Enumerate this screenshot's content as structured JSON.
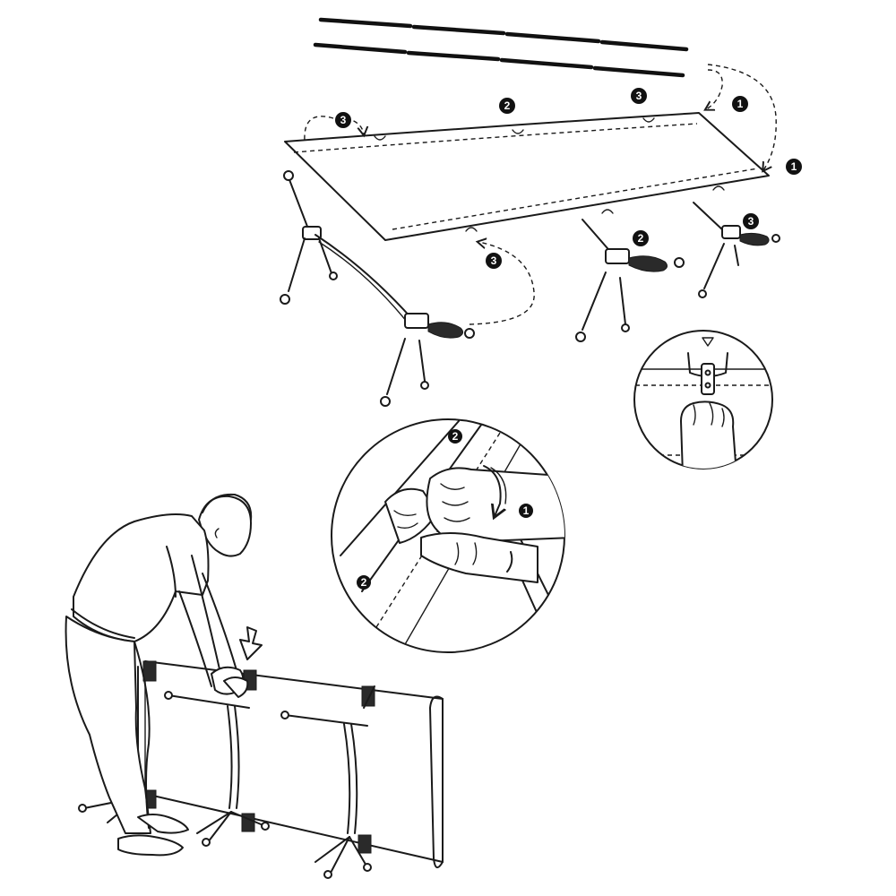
{
  "steps": {
    "one": "1",
    "two": "2",
    "three": "3"
  },
  "colors": {
    "line": "#1a1a1a",
    "badge": "#111111",
    "background": "#ffffff"
  }
}
